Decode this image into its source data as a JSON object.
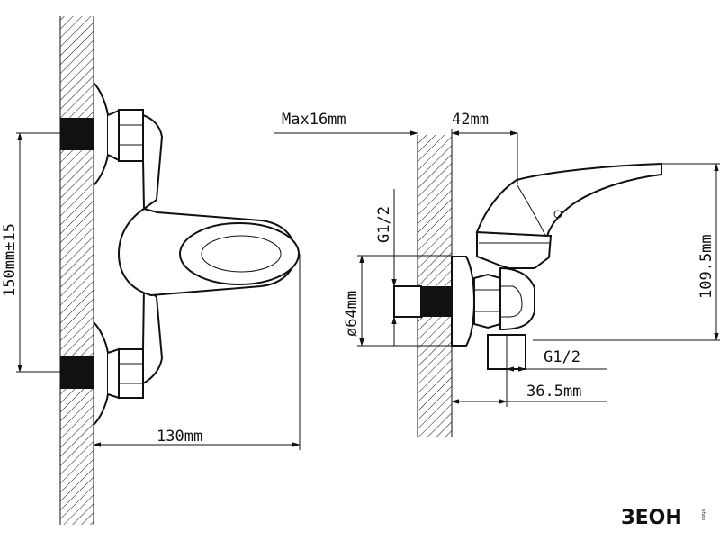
{
  "dimensions": {
    "width_130": "130mm",
    "height_150": "150mm±15",
    "max_16": "Max16mm",
    "dist_42": "42mm",
    "height_109": "109.5mm",
    "diam_64": "ø64mm",
    "thread_left": "G1/2",
    "thread_right": "G1/2",
    "dist_36": "36.5mm"
  },
  "logo": {
    "text": "ЗЕОН",
    "subtext": "shop"
  }
}
